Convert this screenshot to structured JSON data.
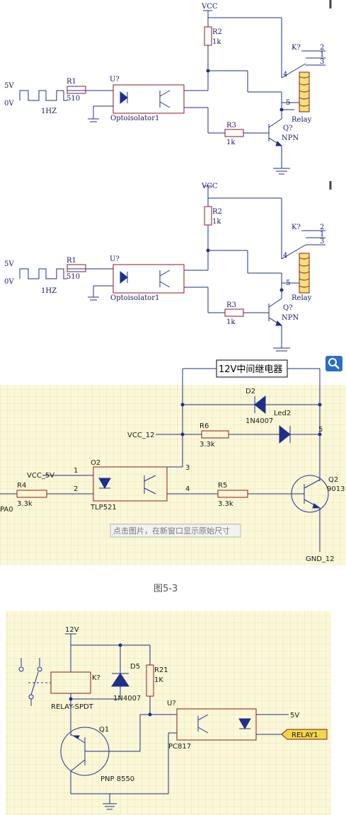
{
  "circuit1": {
    "vcc": "VCC",
    "r2": "R2",
    "r2_val": "1k",
    "relay_ref": "K?",
    "pin2": "2",
    "pin1": "1",
    "pin3": "3",
    "pin4": "4",
    "pin5": "5",
    "v5": "5V",
    "v0": "0V",
    "freq": "1HZ",
    "r1": "R1",
    "r1_val": "510",
    "u_ref": "U?",
    "opto": "Optoisolator1",
    "relay": "Relay",
    "r3": "R3",
    "r3_val": "1k",
    "q_ref": "Q?",
    "npn": "NPN"
  },
  "circuit2": {
    "title": "12V中间继电器",
    "d2": "D2",
    "d2_val": "1N4007",
    "led": "Led2",
    "vcc12": "VCC_12",
    "r6": "R6",
    "r6_val": "3.3k",
    "pin5": "5",
    "pin3": "3",
    "pin1": "1",
    "pin2": "2",
    "pin4": "4",
    "q2": "Q2",
    "q2_val": "9013",
    "o2": "O2",
    "vcc5": "VCC_5V",
    "r4": "R4",
    "r4_val": "3.3k",
    "pa0": "PA0",
    "tlp": "TLP521",
    "r5": "R5",
    "r5_val": "3.3k",
    "gnd12": "GND_12",
    "tooltip": "点击图片，在新窗口显示原始尺寸"
  },
  "figure_caption": "图5-3",
  "circuit3": {
    "v12": "12V",
    "d5": "D5",
    "d5_val": "1N4007",
    "r21": "R21",
    "r21_val": "1K",
    "relay_ref": "K?",
    "relay_name": "RELAY-SPDT",
    "u_ref": "U?",
    "q1": "Q1",
    "pnp": "PNP 8550",
    "pc817": "PC817",
    "v5": "5V",
    "relay1": "RELAY1"
  },
  "colors": {
    "wire": "#1e2f8c",
    "component": "#8b1a1a",
    "grid_bg": "#fbf8d9",
    "grid_line": "#e6dfa8",
    "relay_coil": "#f2e07a"
  }
}
